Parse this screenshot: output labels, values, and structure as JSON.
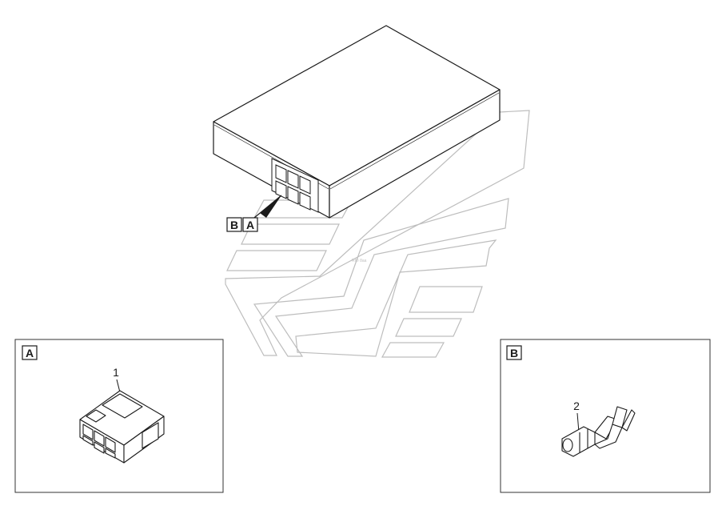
{
  "callouts": {
    "main_b": "B",
    "main_a": "A",
    "panel_a": "A",
    "panel_b": "B",
    "item_1": "1",
    "item_2": "2"
  },
  "colors": {
    "line": "#1a1a1a",
    "watermark": "#bdbdbd",
    "panel_border": "#333333"
  }
}
